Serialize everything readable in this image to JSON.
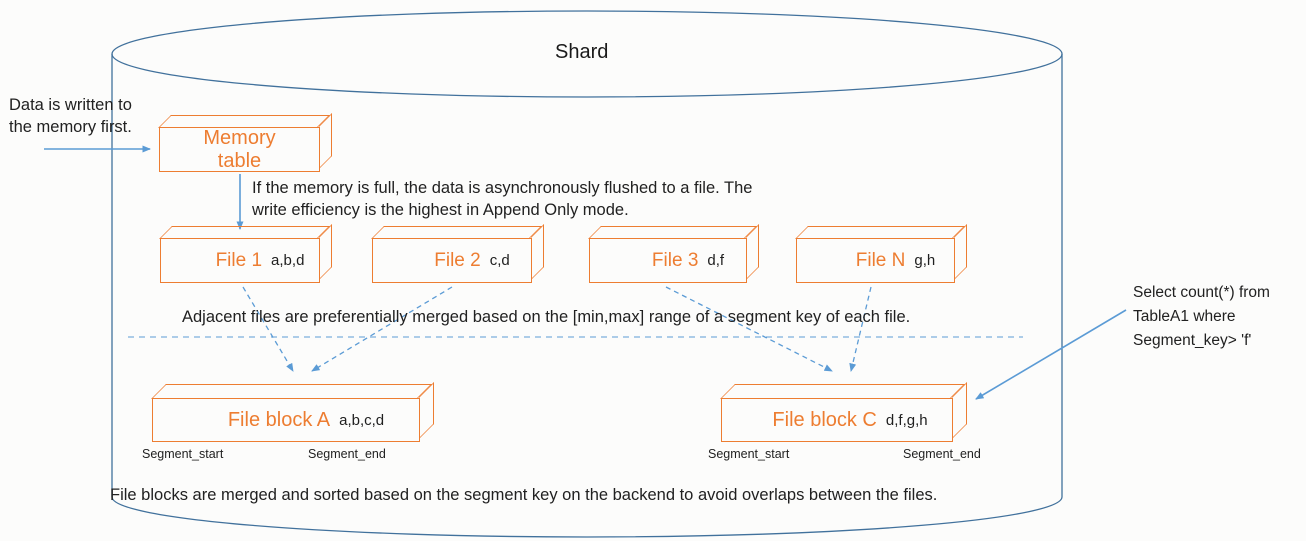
{
  "diagram": {
    "title": "Shard",
    "notes": {
      "write": "Data is written to\nthe memory first.",
      "flush": "If the memory is full, the data is asynchronously flushed to a file. The\nwrite efficiency is the highest in Append Only mode.",
      "merge": "Adjacent files are preferentially merged based on the [min,max] range of a segment key of each file.",
      "backend": "File blocks are merged and sorted based on the segment key on the backend to avoid overlaps between the files.",
      "query": "Select count(*) from\nTableA1 where\nSegment_key> 'f'"
    },
    "nodes": {
      "memory_table": {
        "label": "Memory\ntable"
      },
      "file1": {
        "label": "File 1",
        "keys": "a,b,d"
      },
      "file2": {
        "label": "File 2",
        "keys": "c,d"
      },
      "file3": {
        "label": "File 3",
        "keys": "d,f"
      },
      "fileN": {
        "label": "File N",
        "keys": "g,h"
      },
      "block_a": {
        "label": "File block A",
        "keys": "a,b,c,d",
        "segment_start": "Segment_start",
        "segment_end": "Segment_end"
      },
      "block_c": {
        "label": "File block C",
        "keys": "d,f,g,h",
        "segment_start": "Segment_start",
        "segment_end": "Segment_end"
      }
    },
    "colors": {
      "box_orange": "#ED7D31",
      "arrow_blue": "#5B9BD5",
      "cylinder_blue": "#41719C",
      "text_black": "#212121"
    }
  }
}
